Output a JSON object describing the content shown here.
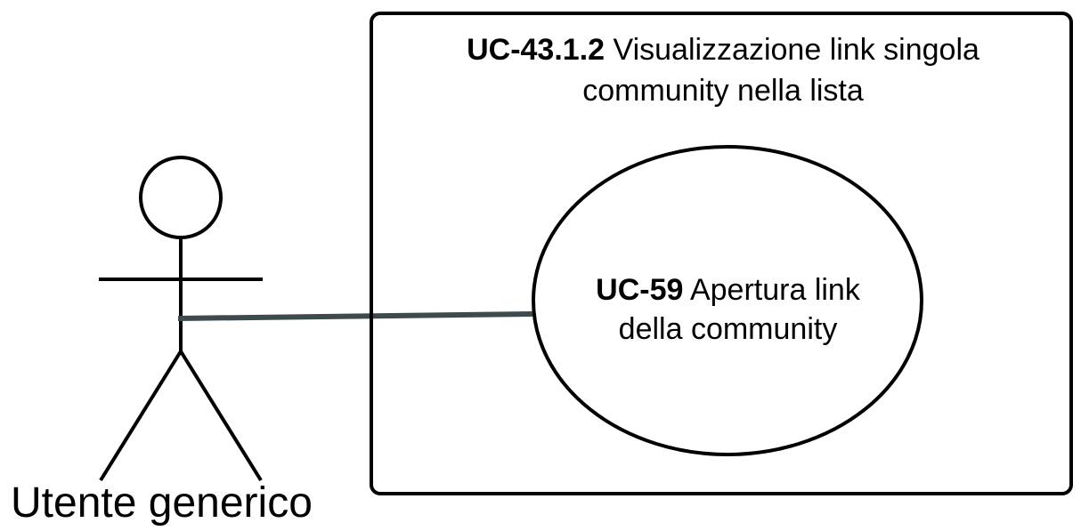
{
  "system": {
    "code": "UC-43.1.2",
    "title_line1": "Visualizzazione link singola",
    "title_line2": "community nella lista"
  },
  "use_case": {
    "code": "UC-59",
    "label_line1": "Apertura link",
    "label_line2": "della community"
  },
  "actor": {
    "name": "Utente generico"
  },
  "colors": {
    "outline": "#000000",
    "association": "#3f4a4f",
    "background": "#ffffff"
  }
}
